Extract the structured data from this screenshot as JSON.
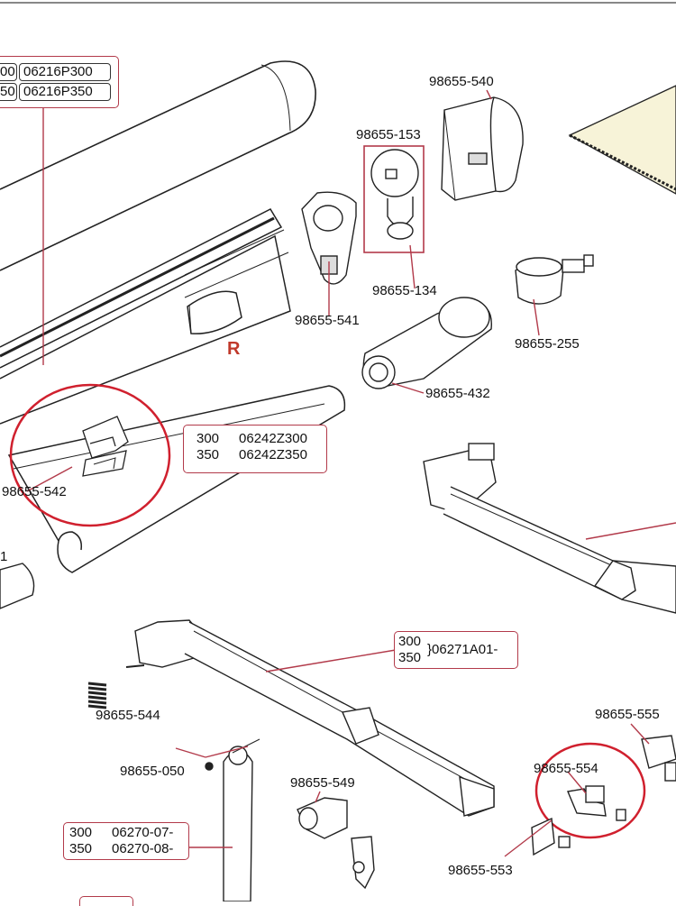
{
  "parts": {
    "p540": "98655-540",
    "p153": "98655-153",
    "p134": "98655-134",
    "p541": "98655-541",
    "p255": "98655-255",
    "p432": "98655-432",
    "p542": "98655-542",
    "p544": "98655-544",
    "p050": "98655-050",
    "p549": "98655-549",
    "p555": "98655-555",
    "p554": "98655-554",
    "p553": "98655-553"
  },
  "side_marker": "R",
  "box_top": {
    "r1a": "00",
    "r1b": "06216P300",
    "r2a": "50",
    "r2b": "06216P350"
  },
  "box_tube": {
    "r1a": "300",
    "r1b": "06242Z300",
    "r2a": "350",
    "r2b": "06242Z350"
  },
  "box_arm": {
    "a": "300",
    "b": "350",
    "code": "}06271A01-"
  },
  "box_leg": {
    "r1a": "300",
    "r1b": "06270-07-",
    "r2a": "350",
    "r2b": "06270-08-"
  },
  "edge_fragment": "1"
}
